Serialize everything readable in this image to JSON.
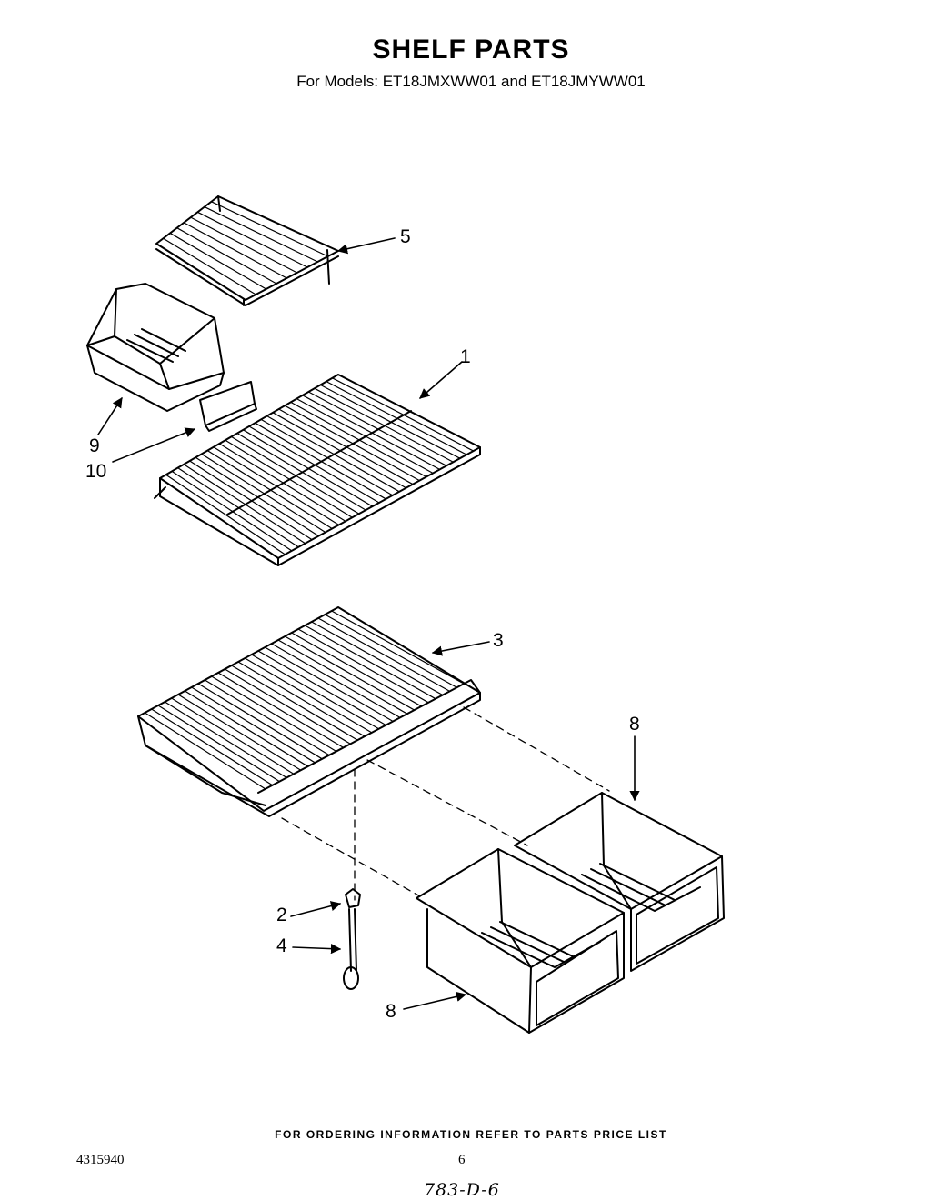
{
  "title": "SHELF PARTS",
  "subtitle": "For Models: ET18JMXWW01 and ET18JMYWW01",
  "callouts": {
    "c1": "1",
    "c2": "2",
    "c3": "3",
    "c4": "4",
    "c5": "5",
    "c8a": "8",
    "c8b": "8",
    "c9": "9",
    "c10": "10"
  },
  "footer": {
    "ordering_info": "FOR ORDERING INFORMATION REFER TO PARTS PRICE LIST",
    "part_number": "4315940",
    "page_number": "6",
    "handwritten_code": "783-D-6"
  }
}
